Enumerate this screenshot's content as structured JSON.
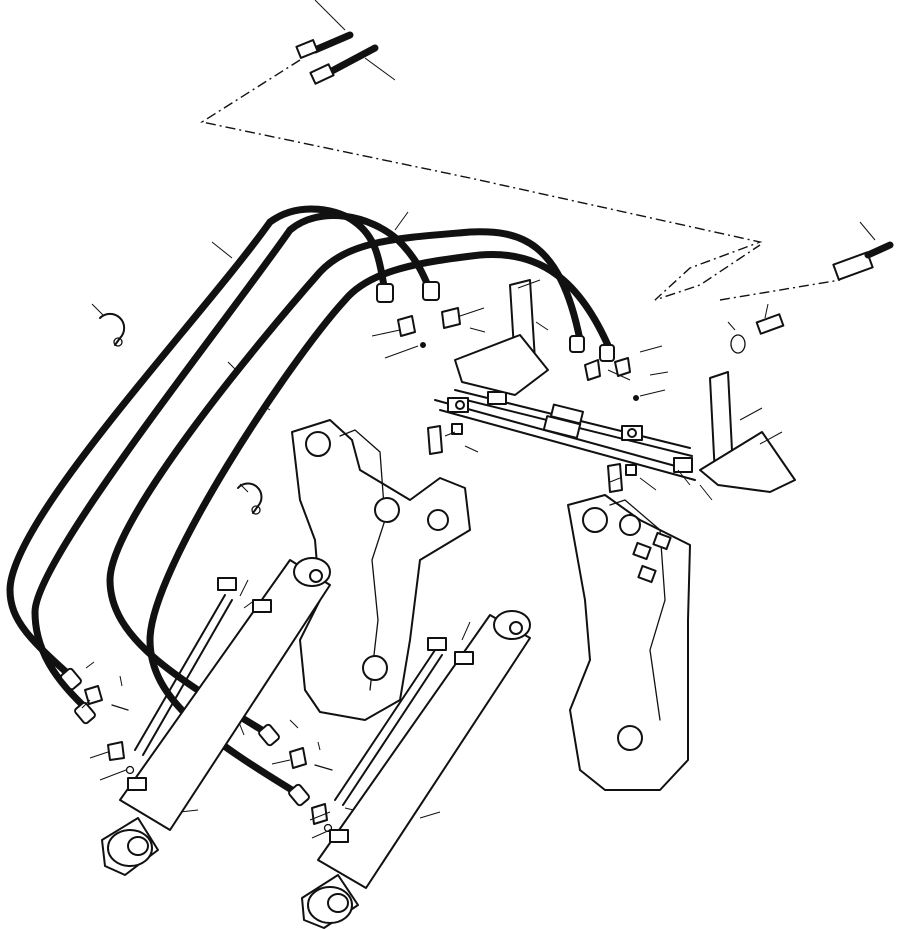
{
  "drawing": {
    "hoses": [
      "hose-a",
      "hose-b",
      "hose-c",
      "hose-d"
    ],
    "cylinders": [
      "left-lift-cylinder",
      "right-lift-cylinder"
    ],
    "towers": [
      "left-loader-tower",
      "right-loader-tower"
    ]
  }
}
